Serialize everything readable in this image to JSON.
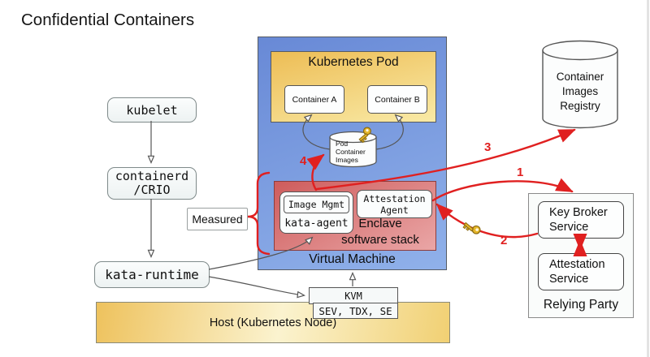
{
  "title": "Confidential Containers",
  "host_stack": {
    "kubelet": "kubelet",
    "containerd_line1": "containerd",
    "containerd_line2": "/CRIO",
    "kata_runtime": "kata-runtime",
    "kvm": "KVM",
    "tee_techs": "SEV, TDX, SE",
    "host_bar": "Host (Kubernetes Node)"
  },
  "vm": {
    "label": "Virtual Machine",
    "pod": {
      "title": "Kubernetes Pod",
      "container_a": "Container A",
      "container_b": "Container B"
    },
    "pod_images": {
      "line1": "Pod",
      "line2": "Container",
      "line3": "Images"
    },
    "enclave": {
      "image_mgmt": "Image Mgmt",
      "kata_agent": "kata-agent",
      "attestation_agent_line1": "Attestation",
      "attestation_agent_line2": "Agent",
      "label_line1": "Enclave",
      "label_line2": "software stack"
    }
  },
  "measured_label": "Measured",
  "registry": {
    "line1": "Container",
    "line2": "Images",
    "line3": "Registry"
  },
  "relying_party": {
    "label": "Relying Party",
    "kbs_line1": "Key Broker",
    "kbs_line2": "Service",
    "as_line1": "Attestation",
    "as_line2": "Service"
  },
  "flow_labels": {
    "one": "1",
    "two": "2",
    "three": "3",
    "four": "4"
  },
  "icons": {
    "pod_images_key": "key-icon",
    "kbs_key": "key-icon"
  },
  "colors": {
    "arrow_red": "#e02020",
    "vm_blue_top": "#6889d6",
    "vm_blue_bottom": "#90b1ea",
    "pod_gold_top": "#edbd55",
    "pod_gold_bottom": "#f9eaa6",
    "enclave_red_top": "#ce5c5c",
    "enclave_red_bottom": "#eaa6a6",
    "host_gold": "#eec25d",
    "key_gold": "#d9a41c"
  }
}
